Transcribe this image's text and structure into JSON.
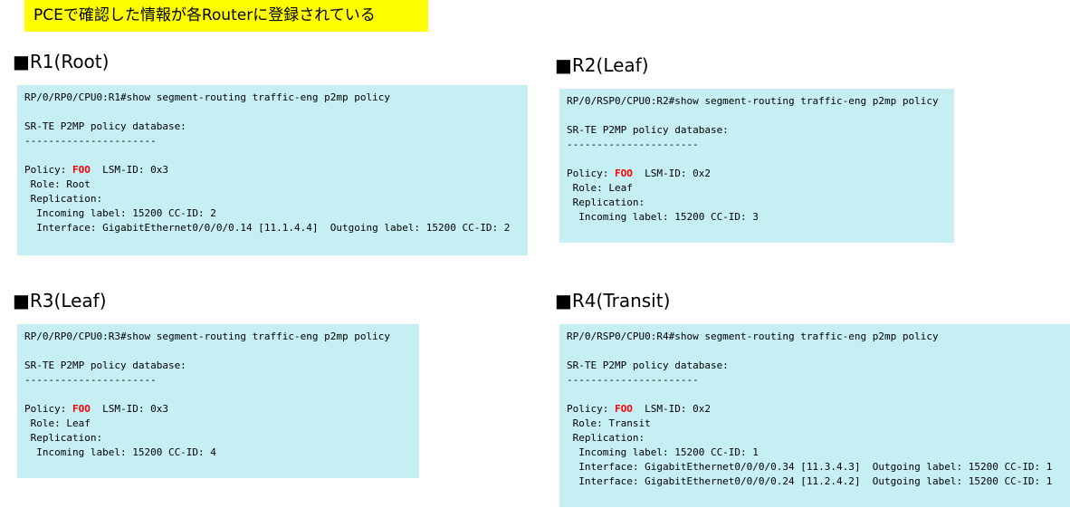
{
  "banner": "PCEで確認した情報が各Routerに登録されている",
  "panels": {
    "r1": {
      "heading": "■R1(Root)",
      "prompt": "RP/0/RP0/CPU0:R1#show segment-routing traffic-eng p2mp policy",
      "db_title": "SR-TE P2MP policy database:",
      "separator": "----------------------",
      "policy_label": "Policy: ",
      "policy_name": "FOO",
      "lsm_id": "  LSM-ID: 0x3",
      "role": " Role: Root",
      "replication": " Replication:",
      "details": [
        "  Incoming label: 15200 CC-ID: 2",
        "  Interface: GigabitEthernet0/0/0/0.14 [11.1.4.4]  Outgoing label: 15200 CC-ID: 2"
      ]
    },
    "r2": {
      "heading": "■R2(Leaf)",
      "prompt": "RP/0/RSP0/CPU0:R2#show segment-routing traffic-eng p2mp policy",
      "db_title": "SR-TE P2MP policy database:",
      "separator": "----------------------",
      "policy_label": "Policy: ",
      "policy_name": "FOO",
      "lsm_id": "  LSM-ID: 0x2",
      "role": " Role: Leaf",
      "replication": " Replication:",
      "details": [
        "  Incoming label: 15200 CC-ID: 3"
      ]
    },
    "r3": {
      "heading": "■R3(Leaf)",
      "prompt": "RP/0/RP0/CPU0:R3#show segment-routing traffic-eng p2mp policy",
      "db_title": "SR-TE P2MP policy database:",
      "separator": "----------------------",
      "policy_label": "Policy: ",
      "policy_name": "FOO",
      "lsm_id": "  LSM-ID: 0x3",
      "role": " Role: Leaf",
      "replication": " Replication:",
      "details": [
        "  Incoming label: 15200 CC-ID: 4"
      ]
    },
    "r4": {
      "heading": "■R4(Transit)",
      "prompt": "RP/0/RSP0/CPU0:R4#show segment-routing traffic-eng p2mp policy",
      "db_title": "SR-TE P2MP policy database:",
      "separator": "----------------------",
      "policy_label": "Policy: ",
      "policy_name": "FOO",
      "lsm_id": "  LSM-ID: 0x2",
      "role": " Role: Transit",
      "replication": " Replication:",
      "details": [
        "  Incoming label: 15200 CC-ID: 1",
        "  Interface: GigabitEthernet0/0/0/0.34 [11.3.4.3]  Outgoing label: 15200 CC-ID: 1",
        "  Interface: GigabitEthernet0/0/0/0.24 [11.2.4.2]  Outgoing label: 15200 CC-ID: 1"
      ]
    }
  }
}
